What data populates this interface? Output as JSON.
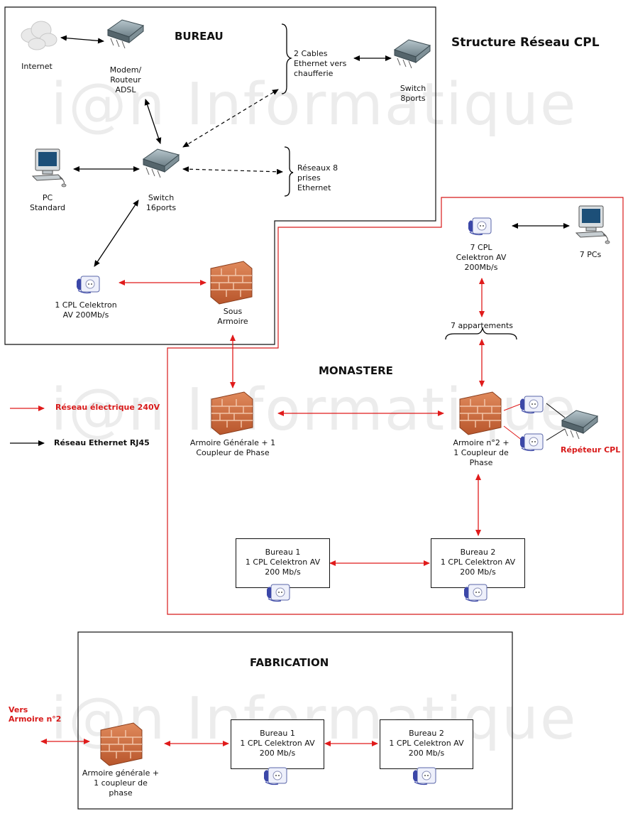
{
  "title": "Structure Réseau CPL",
  "watermark": "i@n Informatique",
  "zones": {
    "bureau": "BUREAU",
    "monastere": "MONASTERE",
    "fabrication": "FABRICATION"
  },
  "legend": {
    "electric": "Réseau électrique 240V",
    "ethernet": "Réseau Ethernet  RJ45",
    "electric_color": "#e01b1b",
    "ethernet_color": "#000000"
  },
  "bureau": {
    "internet": "Internet",
    "modem": "Modem/\nRouteur\nADSL",
    "cables": "2 Cables\nEthernet vers\nchaufferie",
    "switch8": "Switch\n8ports",
    "pc_standard": "PC\nStandard",
    "switch16": "Switch\n16ports",
    "reseaux": "Réseaux 8\nprises\nEthernet",
    "cpl": "1 CPL Celektron\nAV 200Mb/s",
    "sous_armoire": "Sous\nArmoire"
  },
  "monastere": {
    "cpl7": "7 CPL\nCelektron AV\n200Mb/s",
    "pcs7": "7 PCs",
    "appartements": "7 appartements",
    "armoire_generale": "Armoire Générale + 1\nCoupleur de Phase",
    "armoire2": "Armoire n°2 +\n1 Coupleur de\nPhase",
    "repeteur": "Répéteur CPL",
    "bureau1": "Bureau 1\n1 CPL Celektron AV\n200 Mb/s",
    "bureau2": "Bureau 2\n1 CPL Celektron AV\n200 Mb/s"
  },
  "fabrication": {
    "vers": "Vers\nArmoire n°2",
    "armoire": "Armoire générale +\n1 coupleur de\nphase",
    "bureau1": "Bureau 1\n1 CPL Celektron AV\n200 Mb/s",
    "bureau2": "Bureau 2\n1 CPL Celektron AV\n200 Mb/s"
  }
}
